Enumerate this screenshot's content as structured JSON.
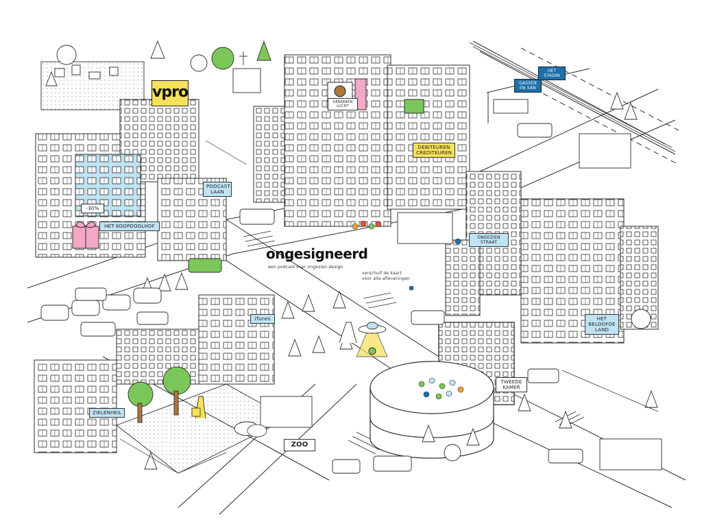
{
  "title": "ongesigneerd",
  "subtitle": "een podcast over ongezien design",
  "hint": "verschuif de kaart\nvoor alle afleveringen",
  "colors": {
    "line": "#2a2a2a",
    "yellow": "#f5e15a",
    "light_blue": "#bfe3f2",
    "navy": "#1f6fa8",
    "pink": "#f4a7c6",
    "green": "#7cc75a",
    "orange": "#f2a03d"
  },
  "signs": {
    "vpro": "vpro",
    "gebakken_lucht": "GEBAKKEN\nLUCHT",
    "debiteuren": "DEBITEUREN\nCREDITEUREN",
    "podcast_laan": "PODCAST\nLAAN",
    "koopdoolhof": "HET KOOPDOOLHOF",
    "discount": "-30%",
    "itunes": "iTunes",
    "ongezien_straat": "ONGEZIEN\nSTRAAT",
    "beloofde_land": "HET\nBELOOFDE\nLAND",
    "tweede_kamer": "TWEEDE\nKAMER",
    "zielenheil": "ZIELENHEIL",
    "zoo": "ZOO",
    "highway_a": "GASSEN\nEN SAN",
    "highway_b": "HET\nSTADIN"
  },
  "icons": [
    "tree-icon",
    "car-icon",
    "truck-icon",
    "person-icon",
    "ufo-icon",
    "gift-icon",
    "giraffe-icon",
    "elephant-icon"
  ]
}
